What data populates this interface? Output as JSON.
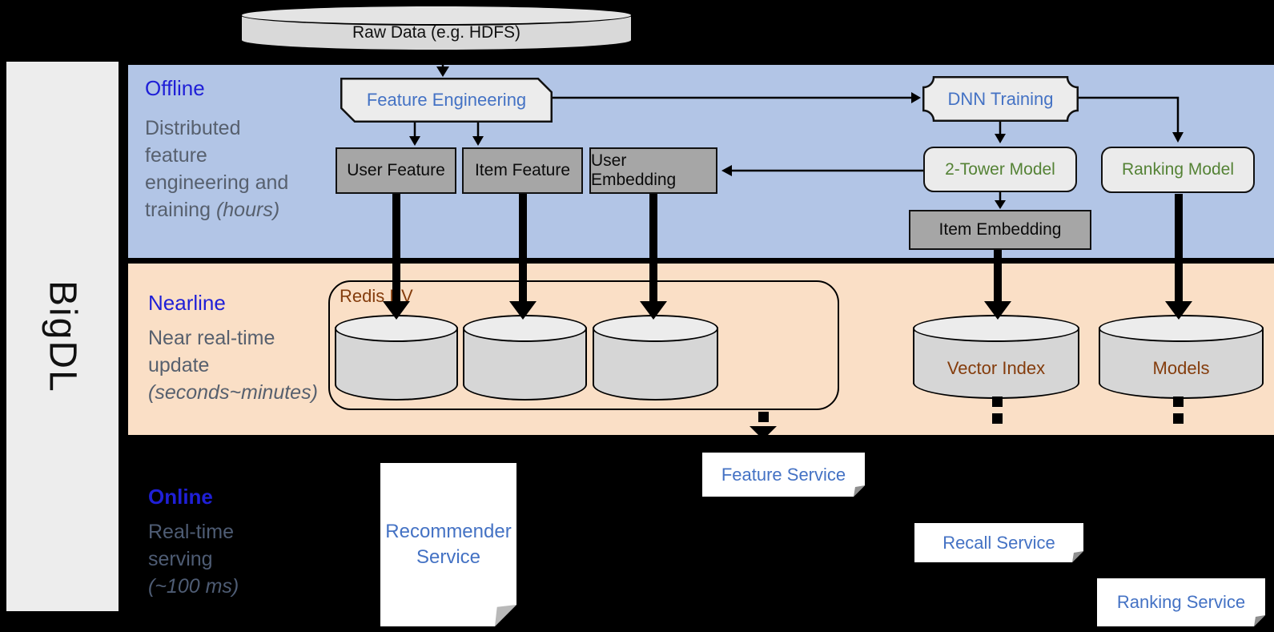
{
  "brand": "BigDL",
  "raw_data_label": "Raw Data (e.g. HDFS)",
  "bands": {
    "offline": {
      "title": "Offline",
      "desc_line1": "Distributed",
      "desc_line2": "feature",
      "desc_line3": "engineering and",
      "desc_line4": "training",
      "desc_line4_italic": "(hours)"
    },
    "nearline": {
      "title": "Nearline",
      "desc_line1": "Near real-time",
      "desc_line2": "update",
      "desc_italic": "(seconds~minutes)"
    },
    "online": {
      "title": "Online",
      "desc_line1": "Real-time",
      "desc_line2": "serving",
      "desc_italic": "(~100 ms)"
    }
  },
  "nodes": {
    "feature_engineering": "Feature Engineering",
    "dnn_training": "DNN Training",
    "user_feature": "User Feature",
    "item_feature": "Item Feature",
    "user_embedding": "User Embedding",
    "two_tower_model": "2-Tower Model",
    "ranking_model": "Ranking Model",
    "item_embedding": "Item Embedding",
    "redis_kv": "Redis KV",
    "vector_index": "Vector Index",
    "models": "Models",
    "recommender_service_line1": "Recommender",
    "recommender_service_line2": "Service",
    "feature_service": "Feature Service",
    "recall_service": "Recall Service",
    "ranking_service": "Ranking Service"
  },
  "colors": {
    "offline_band": "#b2c5e6",
    "nearline_band": "#fadfc6",
    "background": "#000000",
    "band_title_blue": "#1f1fd7",
    "shape_text_blue": "#4472c4",
    "model_text_green": "#548235",
    "storage_text_brown": "#843c0c",
    "desc_text_gray": "#57606e",
    "gray_node_fill": "#a6a6a6"
  }
}
